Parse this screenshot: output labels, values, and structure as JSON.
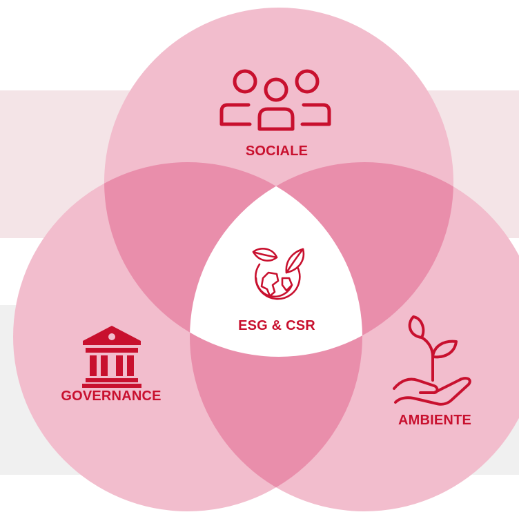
{
  "diagram": {
    "center_label": "ESG & CSR",
    "circles": [
      {
        "label": "SOCIALE",
        "icon": "people-group-icon"
      },
      {
        "label": "GOVERNANCE",
        "icon": "bank-building-icon"
      },
      {
        "label": "AMBIENTE",
        "icon": "plant-in-hand-icon"
      }
    ],
    "center_icon": "globe-leaves-icon",
    "colors": {
      "circle_fill": "#f2bdcd",
      "overlap_fill": "#e98eab",
      "center_fill": "#ffffff",
      "accent": "#c8102e",
      "band_top": "#f4e4e7",
      "band_bottom": "#f0f0f0"
    }
  }
}
